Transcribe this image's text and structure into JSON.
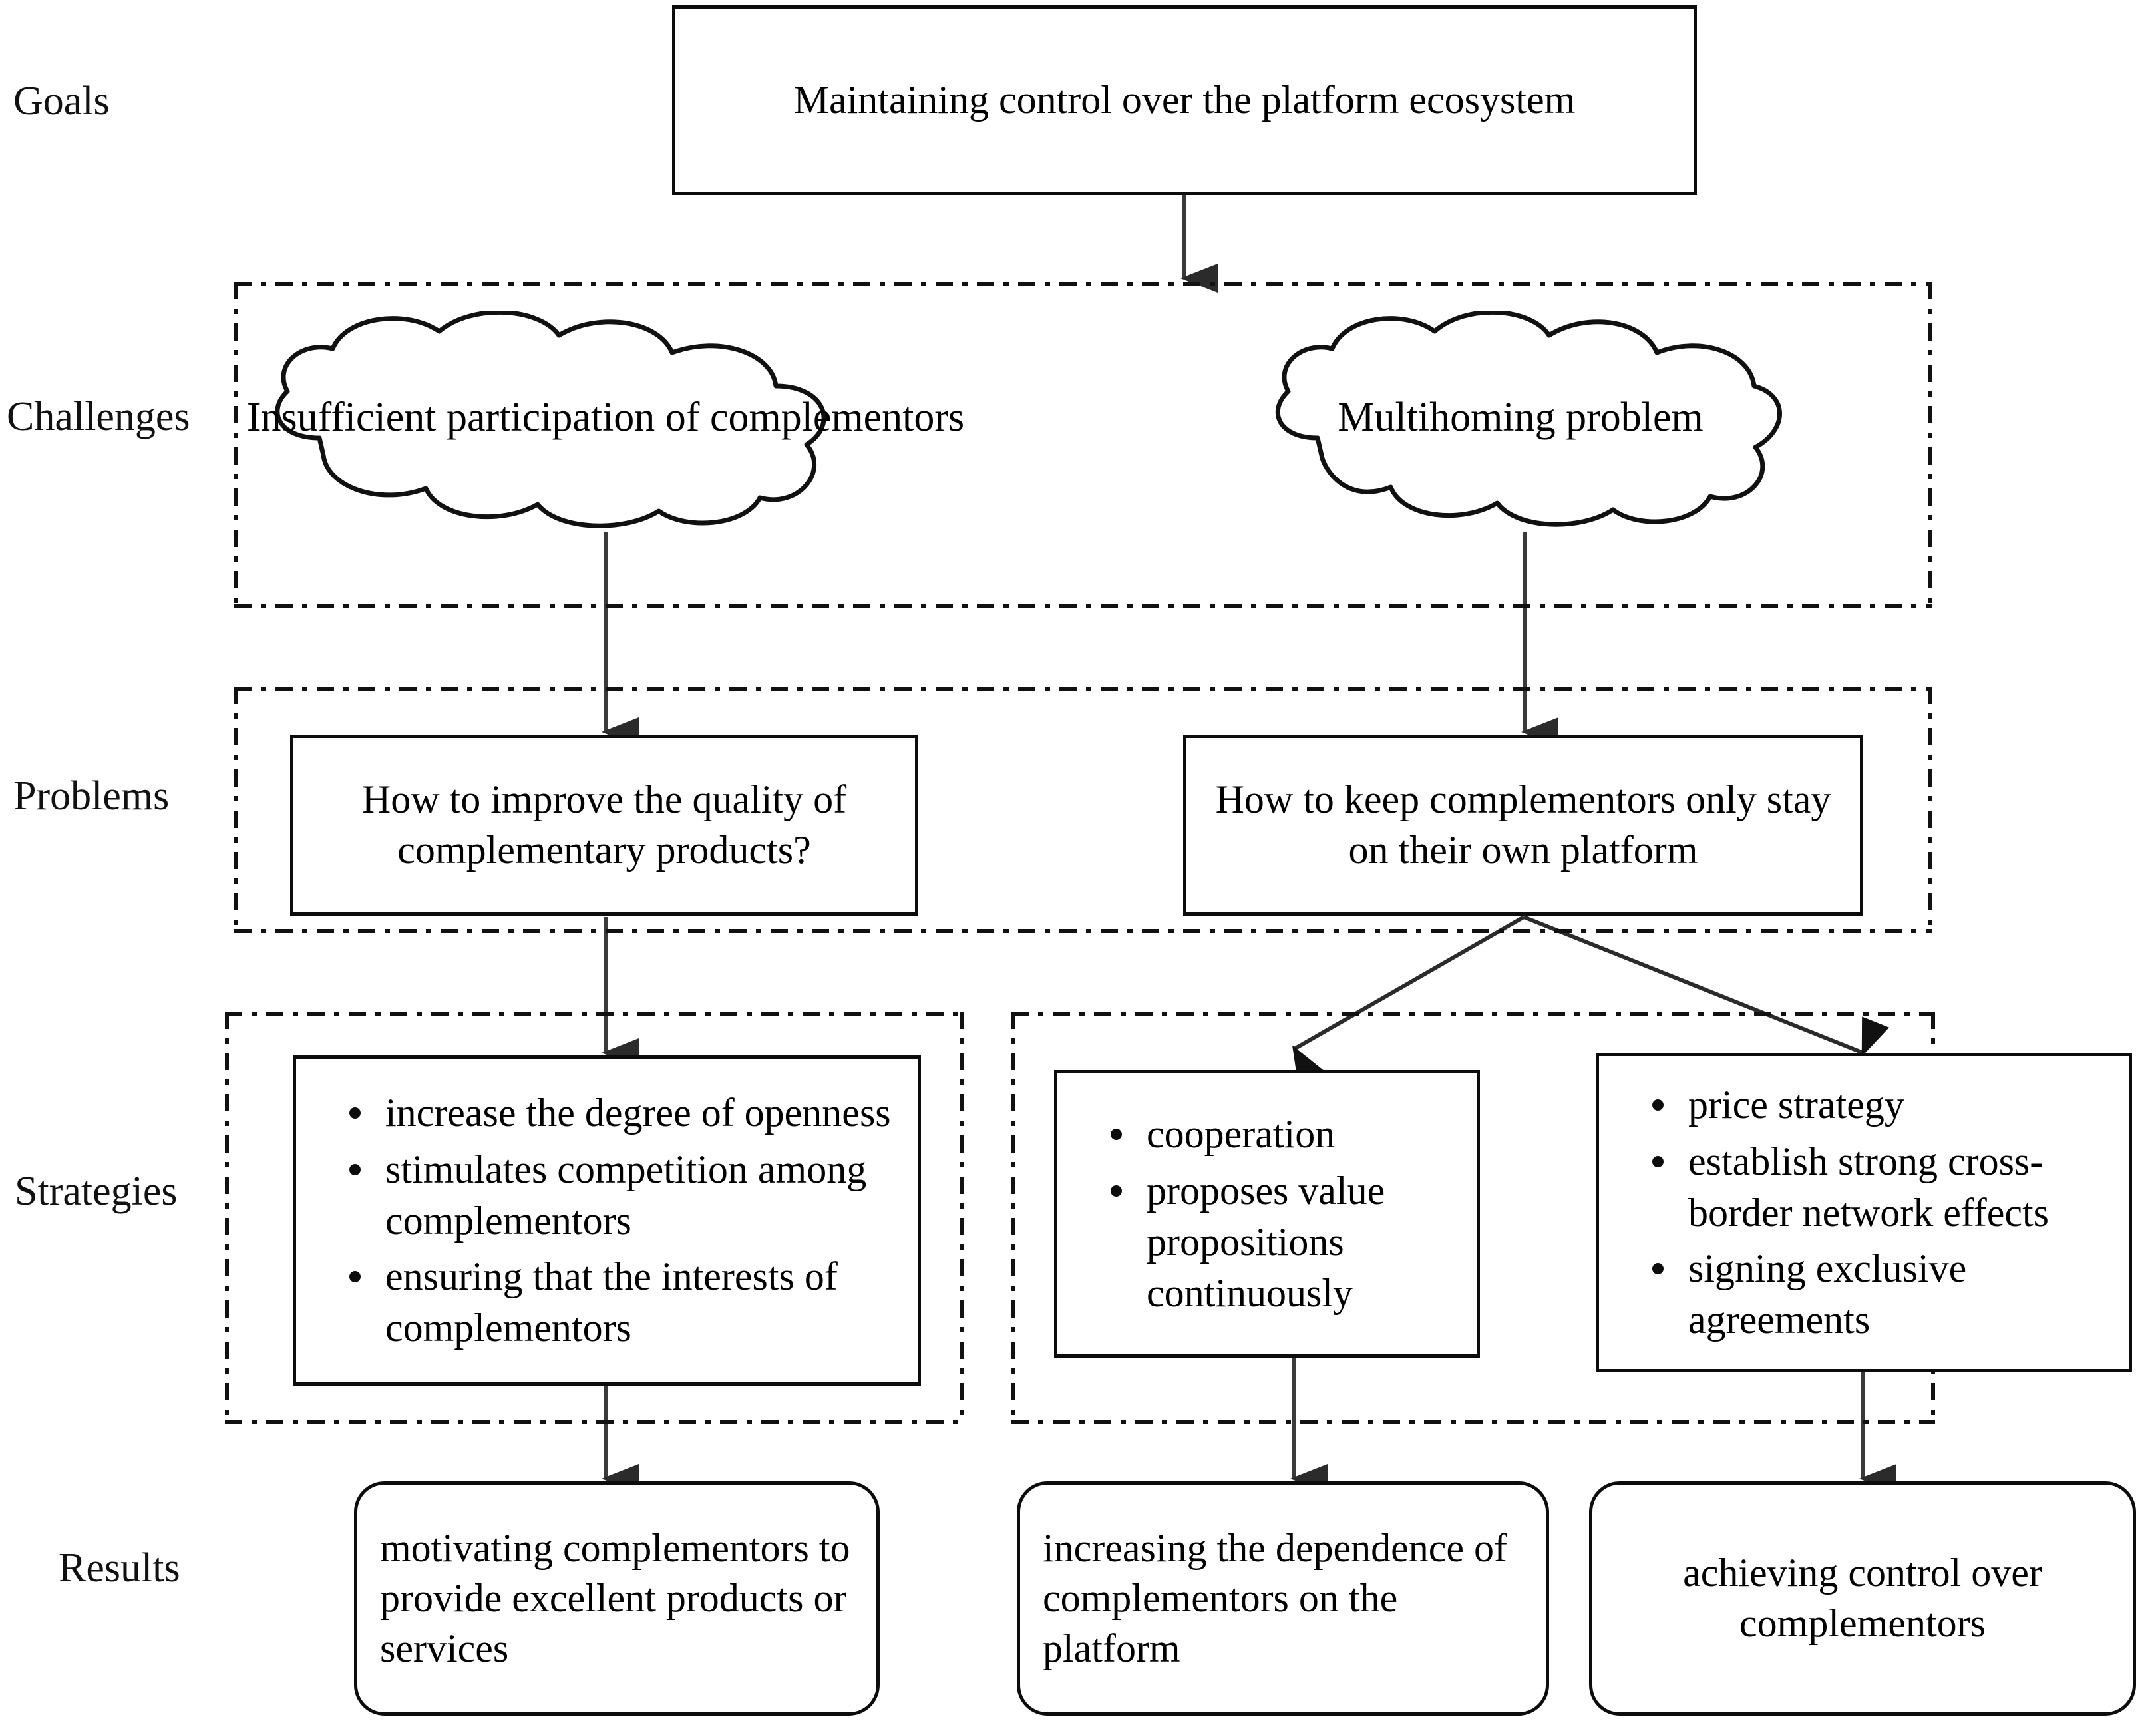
{
  "diagram": {
    "title": "Platform ecosystem governance framework",
    "line_color": "#0c0c0c",
    "background": "#ffffff"
  },
  "rows": [
    {
      "key": "goals",
      "label": "Goals"
    },
    {
      "key": "challenges",
      "label": "Challenges"
    },
    {
      "key": "problems",
      "label": "Problems"
    },
    {
      "key": "strategies",
      "label": "Strategies"
    },
    {
      "key": "results",
      "label": "Results"
    }
  ],
  "goals": {
    "box": {
      "text": "Maintaining control over the platform ecosystem"
    }
  },
  "challenges": {
    "clouds": [
      {
        "text": "Insufficient participation of complementors"
      },
      {
        "text": "Multihoming problem"
      }
    ]
  },
  "problems": {
    "boxes": [
      {
        "text": "How to improve the quality of complementary products?"
      },
      {
        "text": "How to keep complementors only stay on their own platform"
      }
    ]
  },
  "strategies": {
    "boxes": [
      {
        "items": [
          "increase the degree of openness",
          "stimulates competition among complementors",
          "ensuring that the interests of complementors"
        ]
      },
      {
        "items": [
          "cooperation",
          "proposes value propositions continuously"
        ]
      },
      {
        "items": [
          "price strategy",
          "establish strong cross-border network effects",
          "signing exclusive agreements"
        ]
      }
    ]
  },
  "results": {
    "boxes": [
      {
        "text": "motivating complementors to provide excellent products or services"
      },
      {
        "text": "increasing the dependence of complementors on the platform"
      },
      {
        "text": "achieving control over complementors"
      }
    ]
  }
}
